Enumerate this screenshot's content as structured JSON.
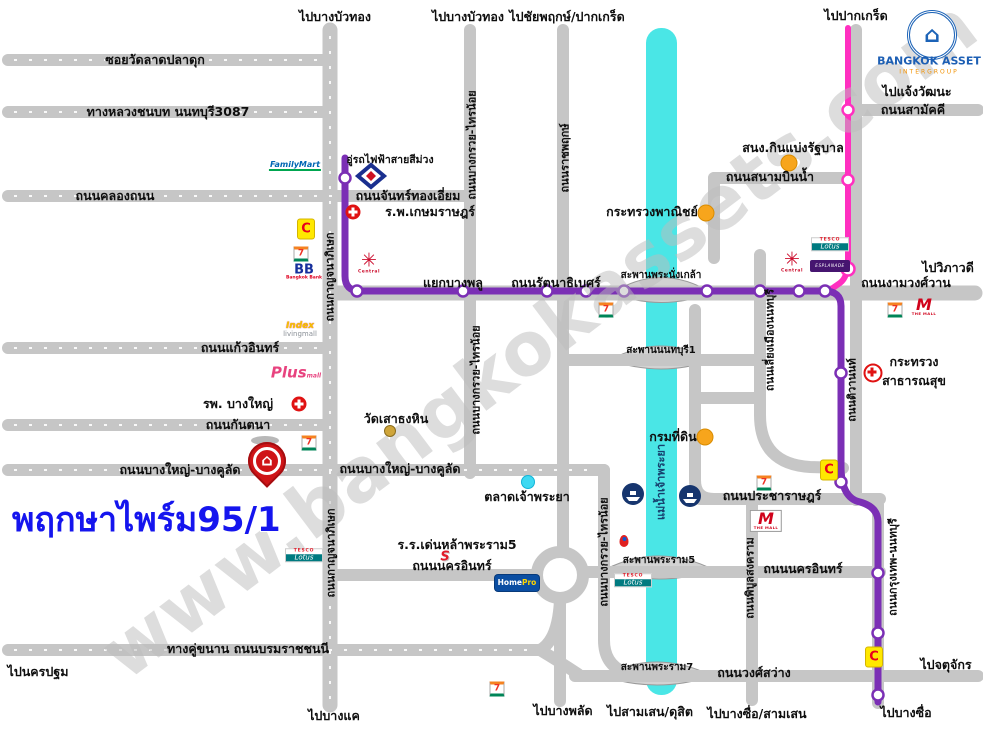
{
  "watermark": "www.bangkokassets.com",
  "brand": {
    "name": "BANGKOK ASSET",
    "sub": "INTERGROUP"
  },
  "property": {
    "name": "พฤกษาไพร์ม95/1"
  },
  "river": {
    "name": "แม่น้ำเจ้าพระยา"
  },
  "icons": {
    "house": "⌂",
    "central_flower": "✳"
  },
  "destinations": {
    "top_bang_bua_thong_1": "ไปบางบัวทอง",
    "top_bang_bua_thong_2": "ไปบางบัวทอง",
    "chaiyaphruek_pakkret": "ไปชัยพฤกษ์/ปากเกร็ด",
    "pakkret": "ไปปากเกร็ด",
    "chaengwattana": "ไปแจ้งวัฒนะ",
    "vibhavadi": "ไปวิภาวดี",
    "nakhon_pathom": "ไปนครปฐม",
    "bang_khae": "ไปบางแค",
    "bang_phlat": "ไปบางพลัด",
    "samsen_dusit": "ไปสามเสน/ดุสิต",
    "bangsue_samsen": "ไปบางซื่อ/สามเสน",
    "bang_sue": "ไปบางซื่อ",
    "chatuchak": "ไปจตุจักร"
  },
  "roads": {
    "wat_lat_pla_duk": "ซอยวัดลาดปลาดุก",
    "highway3087": "ทางหลวงชนบท นนทบุรี3087",
    "khlong_thanon": "ถนนคลองถนน",
    "chan_thong_iam": "ถนนจันทร์ทองเอี่ยม",
    "kaeo_in": "ถนนแก้วอินทร์",
    "kantana": "ถนนกันตนา",
    "bang_yai_bang_khulat": "ถนนบางใหญ่-บางคูลัด",
    "borom": "ทางคู่ขนาน ถนนบรมราชชนนี",
    "kanchanaphisek": "ถนนกาญจนาภิเษก",
    "bang_kruai_sai_noi": "ถนนบางกรวย-ไทรน้อย",
    "ratchaphruek": "ถนนราชพฤกษ์",
    "rattanathibet": "ถนนรัตนาธิเบศร์",
    "yaek_bang_phlu": "แยกบางพลู",
    "ngam_wong_wan": "ถนนงามวงศ์วาน",
    "samakkhi": "ถนนสามัคคี",
    "sanam_bin_nam": "ถนนสนามบินน้ำ",
    "liang_mueang": "ถนนเลี่ยงเมืองนนทบุรี",
    "tiwanon": "ถนนติวานนท์",
    "nakhon_in": "ถนนนครอินทร์",
    "pracharat": "ถนนประชาราษฎร์",
    "phibun_songkhram": "ถนนพิบูลสงคราม",
    "krungthep_non": "ถนนกรุงเทพ-นนทบุรี",
    "wong_sawang": "ถนนวงศ์สว่าง"
  },
  "bridges": {
    "phra_nangklao": "สะพานพระนั่งเกล้า",
    "nonthaburi1": "สะพานนนทบุรี1",
    "rama5": "สะพานพระราม5",
    "rama7": "สะพานพระราม7"
  },
  "places": {
    "purple_depot": "อู่รถไฟฟ้าสายสีม่วง",
    "kasemrad_hospital": "ร.พ.เกษมราษฎร์",
    "bang_yai_hospital": "รพ. บางใหญ่",
    "lottery_office": "สนง.กินแบ่งรัฐบาล",
    "commerce_ministry": "กระทรวงพาณิชย์",
    "health_ministry_line1": "กระทรวง",
    "health_ministry_line2": "สาธารณสุข",
    "land_department": "กรมที่ดิน",
    "chaophraya_market": "ตลาดเจ้าพระยา",
    "wat_sao_thong_hin": "วัดเสาธงหิน",
    "denla_school": "ร.ร.เด่นหล้าพระราม5"
  },
  "logos": {
    "familymart": "FamilyMart",
    "bigc": "C",
    "seven": "7",
    "bb": "BB",
    "bb_sub": "Bangkok Bank",
    "index": "Index",
    "index_sub": "livingmall",
    "plus": "Plus",
    "plus_sub": "mall",
    "central": "Central",
    "tesco": "TESCO",
    "lotus": "Lotus",
    "esplanade": "ESPLANADE",
    "themall_m": "M",
    "themall": "THE MALL",
    "homepro_1": "Home",
    "homepro_2": "Pro",
    "school_s": "S"
  },
  "colors": {
    "road": "#c6c6c6",
    "river": "#4ae6e6",
    "purple_line": "#7b2fb5",
    "pink_line": "#ff2fc0",
    "poi_orange": "#f7a51c",
    "title_blue": "#1515ee",
    "pin_red": "#cf1417"
  }
}
